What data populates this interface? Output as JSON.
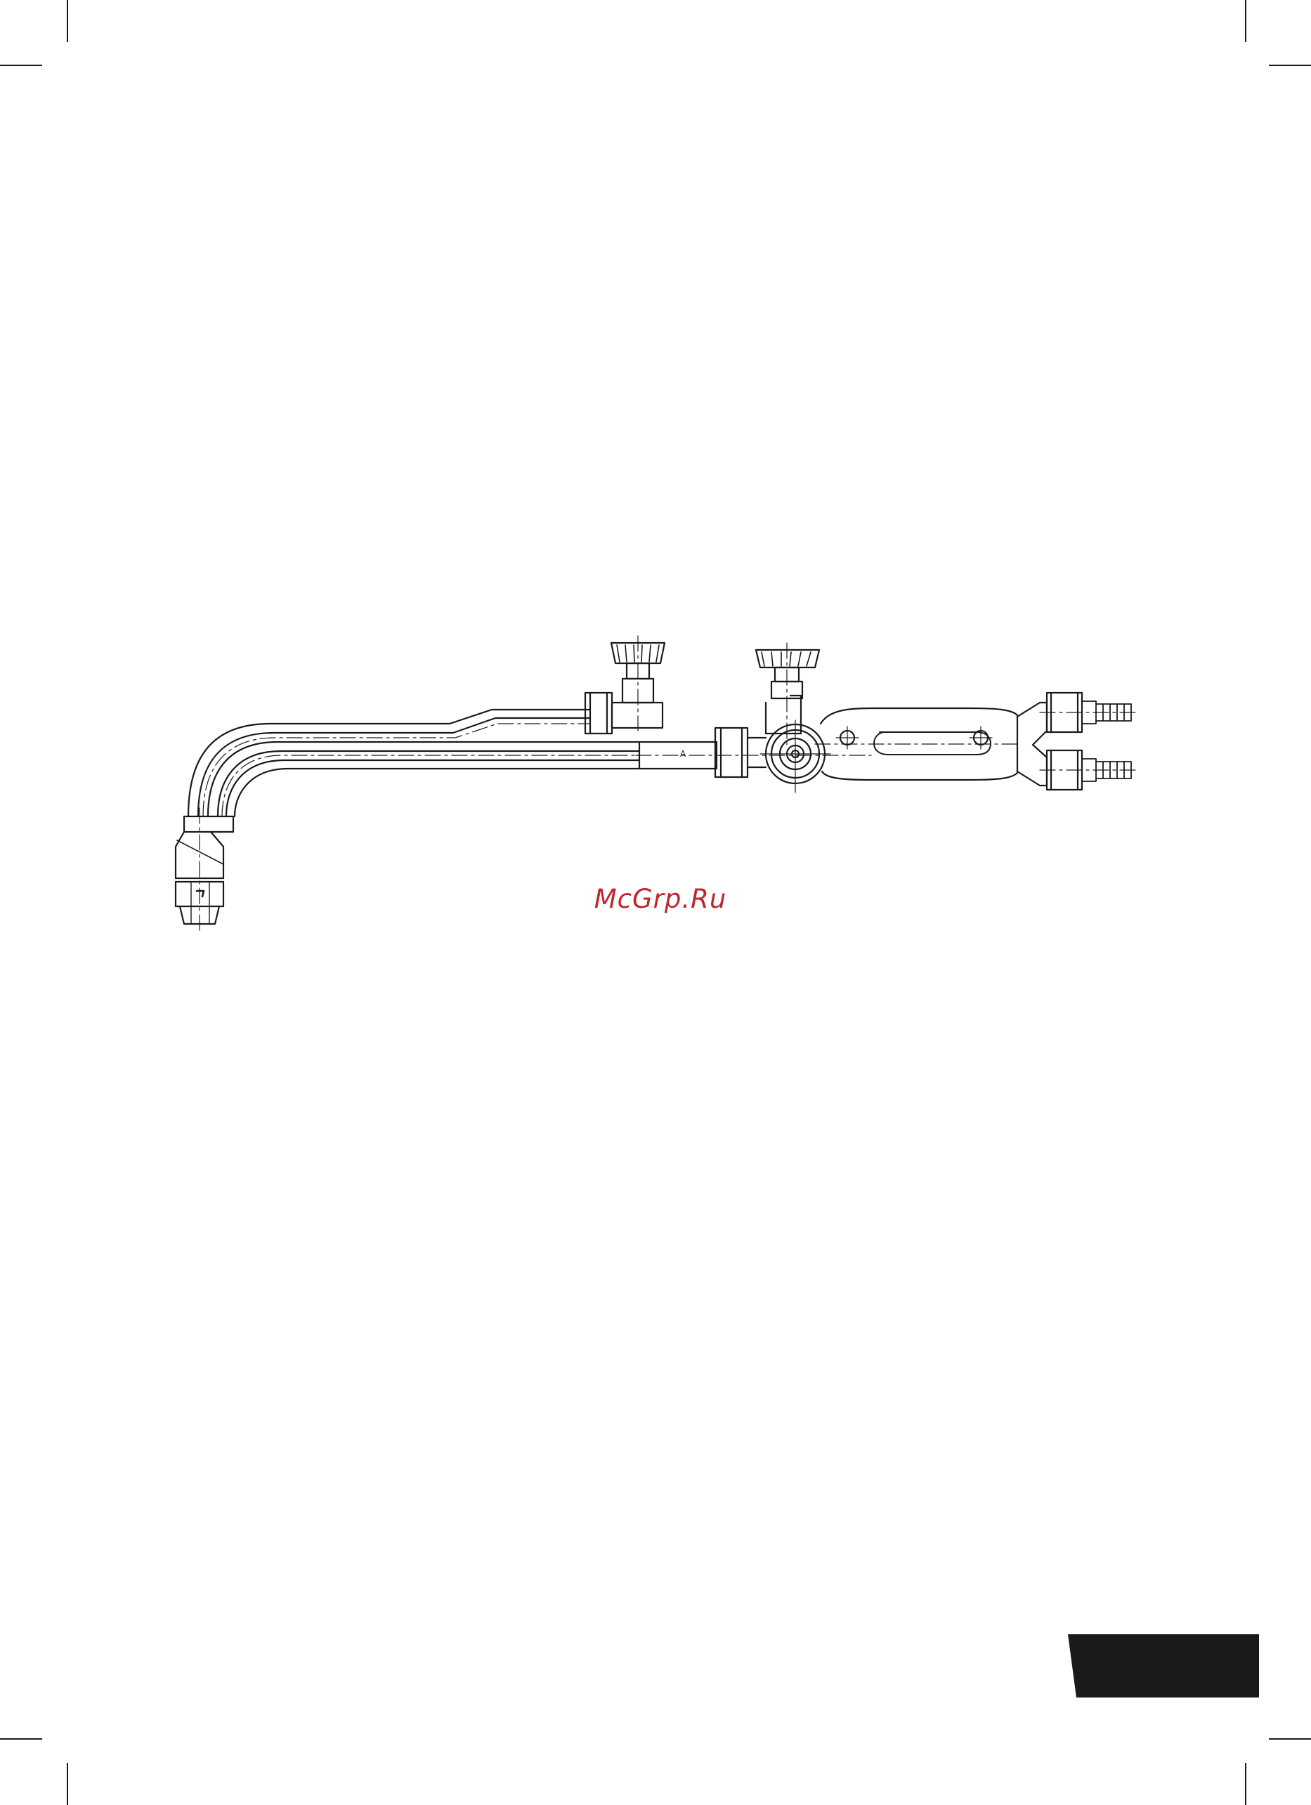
{
  "watermark": {
    "text": "McGrp.Ru",
    "color": "#c0272d"
  },
  "drawing": {
    "label_a": "A",
    "line_color": "#1a1a1a"
  },
  "page_tab": {
    "color": "#1a1a1a"
  },
  "icons": [
    "crop-mark",
    "cutting-torch-drawing",
    "page-tab"
  ]
}
